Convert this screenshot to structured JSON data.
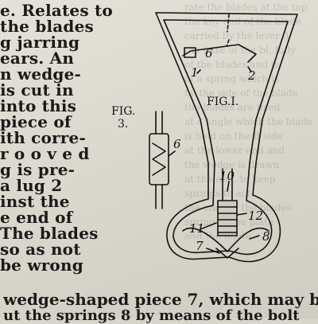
{
  "body_text": {
    "lines": [
      "e. Relates to",
      "the blades",
      "g jarring",
      "ears.  An",
      "n wedge-",
      "is cut in",
      "into this",
      "piece of",
      "ith corre-",
      "r o o v e d",
      "g is pre-",
      "a lug 2",
      "inst    the",
      "e end of",
      "The blades",
      "so as not",
      "be wrong"
    ],
    "bottom_line": "wedge-shaped piece 7, which may be",
    "partial_line": "ut the springs 8 by means of the bolt"
  },
  "show_through_text": [
    "rate the blades at the top",
    "the key end of the blade",
    "carried by the lever 3",
    "the base of the bl, fully",
    "of the blades and is",
    "of a spring which is",
    "by the side of the blade",
    "the blades are fixed",
    "at a angle which the blade",
    "is held on the B side",
    "at the lower end and",
    "the wedge is drawn",
    "at the end, to keep",
    "springs to act",
    "the ends of the blades",
    "spring of the plate",
    "and the blade"
  ],
  "figure": {
    "fig1_label": "FIG.I.",
    "fig3_label_line1": "FIG.",
    "fig3_label_line2": "3.",
    "part_labels": {
      "p1": "1",
      "p2": "2",
      "p6_top": "6",
      "p6_fig3": "6",
      "p7": "7",
      "p8": "8",
      "p10": "10",
      "p11": "11",
      "p12": "12"
    }
  }
}
